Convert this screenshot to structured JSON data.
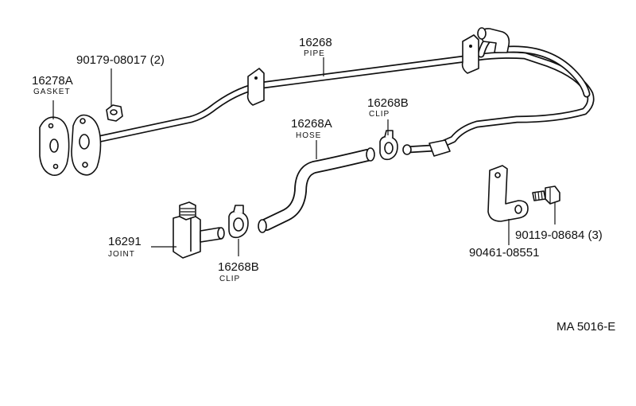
{
  "callouts": {
    "pipe": {
      "part_no": "16268",
      "name": "PIPE"
    },
    "gasket": {
      "part_no": "16278A",
      "name": "GASKET"
    },
    "nut": {
      "part_no": "90179-08017 (2)"
    },
    "clip_upper": {
      "part_no": "16268B",
      "name": "CLIP"
    },
    "hose": {
      "part_no": "16268A",
      "name": "HOSE"
    },
    "joint": {
      "part_no": "16291",
      "name": "JOINT"
    },
    "clip_lower": {
      "part_no": "16268B",
      "name": "CLIP"
    },
    "bolt": {
      "part_no": "90119-08684 (3)"
    },
    "bracket": {
      "part_no": "90461-08551"
    }
  },
  "diagram_code": "MA 5016-E"
}
